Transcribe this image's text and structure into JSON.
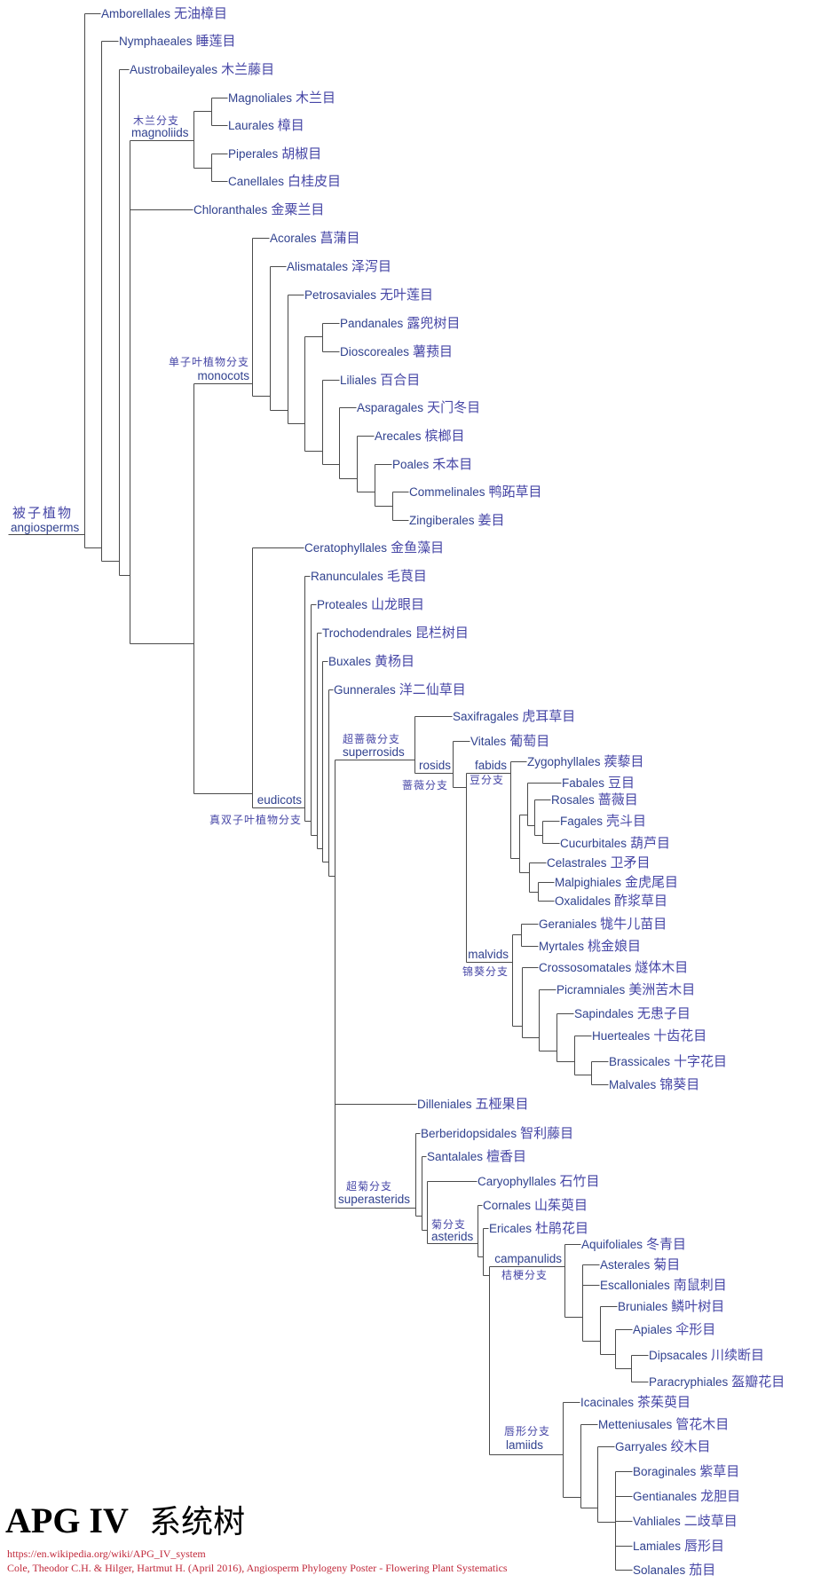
{
  "title": {
    "latin": "APG IV",
    "zh": "系统树"
  },
  "citations": [
    "https://en.wikipedia.org/wiki/APG_IV_system",
    "Cole, Theodor C.H. & Hilger, Hartmut H. (April 2016), Angiosperm Phylogeny Poster - Flowering Plant Systematics"
  ],
  "root": {
    "zh": "被子植物",
    "en": "angiosperms"
  },
  "clades": [
    {
      "id": "magnoliids",
      "zh": "木兰分支",
      "en": "magnoliids"
    },
    {
      "id": "monocots",
      "zh": "单子叶植物分支",
      "en": "monocots"
    },
    {
      "id": "eudicots",
      "zh": "真双子叶植物分支",
      "en": "eudicots"
    },
    {
      "id": "superrosids",
      "zh": "超蔷薇分支",
      "en": "superrosids"
    },
    {
      "id": "rosids",
      "zh": "蔷薇分支",
      "en": "rosids"
    },
    {
      "id": "fabids",
      "zh": "豆分支",
      "en": "fabids"
    },
    {
      "id": "malvids",
      "zh": "锦葵分支",
      "en": "malvids"
    },
    {
      "id": "superasterids",
      "zh": "超菊分支",
      "en": "superasterids"
    },
    {
      "id": "asterids",
      "zh": "菊分支",
      "en": "asterids"
    },
    {
      "id": "campanulids",
      "zh": "桔梗分支",
      "en": "campanulids"
    },
    {
      "id": "lamiids",
      "zh": "唇形分支",
      "en": "lamiids"
    }
  ],
  "orders": [
    {
      "latin": "Amborellales",
      "zh": "无油樟目"
    },
    {
      "latin": "Nymphaeales",
      "zh": "睡莲目"
    },
    {
      "latin": "Austrobaileyales",
      "zh": "木兰藤目"
    },
    {
      "latin": "Magnoliales",
      "zh": "木兰目"
    },
    {
      "latin": "Laurales",
      "zh": "樟目"
    },
    {
      "latin": "Piperales",
      "zh": "胡椒目"
    },
    {
      "latin": "Canellales",
      "zh": "白桂皮目"
    },
    {
      "latin": "Chloranthales",
      "zh": "金粟兰目"
    },
    {
      "latin": "Acorales",
      "zh": "菖蒲目"
    },
    {
      "latin": "Alismatales",
      "zh": "泽泻目"
    },
    {
      "latin": "Petrosaviales",
      "zh": "无叶莲目"
    },
    {
      "latin": "Pandanales",
      "zh": "露兜树目"
    },
    {
      "latin": "Dioscoreales",
      "zh": "薯蓣目"
    },
    {
      "latin": "Liliales",
      "zh": "百合目"
    },
    {
      "latin": "Asparagales",
      "zh": "天门冬目"
    },
    {
      "latin": "Arecales",
      "zh": "槟榔目"
    },
    {
      "latin": "Poales",
      "zh": "禾本目"
    },
    {
      "latin": "Commelinales",
      "zh": "鸭跖草目"
    },
    {
      "latin": "Zingiberales",
      "zh": "姜目"
    },
    {
      "latin": "Ceratophyllales",
      "zh": "金鱼藻目"
    },
    {
      "latin": "Ranunculales",
      "zh": "毛茛目"
    },
    {
      "latin": "Proteales",
      "zh": "山龙眼目"
    },
    {
      "latin": "Trochodendrales",
      "zh": "昆栏树目"
    },
    {
      "latin": "Buxales",
      "zh": "黄杨目"
    },
    {
      "latin": "Gunnerales",
      "zh": "洋二仙草目"
    },
    {
      "latin": "Saxifragales",
      "zh": "虎耳草目"
    },
    {
      "latin": "Vitales",
      "zh": "葡萄目"
    },
    {
      "latin": "Zygophyllales",
      "zh": "蒺藜目"
    },
    {
      "latin": "Fabales",
      "zh": "豆目"
    },
    {
      "latin": "Rosales",
      "zh": "蔷薇目"
    },
    {
      "latin": "Fagales",
      "zh": "壳斗目"
    },
    {
      "latin": "Cucurbitales",
      "zh": "葫芦目"
    },
    {
      "latin": "Celastrales",
      "zh": "卫矛目"
    },
    {
      "latin": "Malpighiales",
      "zh": "金虎尾目"
    },
    {
      "latin": "Oxalidales",
      "zh": "酢浆草目"
    },
    {
      "latin": "Geraniales",
      "zh": "牻牛儿苗目"
    },
    {
      "latin": "Myrtales",
      "zh": "桃金娘目"
    },
    {
      "latin": "Crossosomatales",
      "zh": "燧体木目"
    },
    {
      "latin": "Picramniales",
      "zh": "美洲苦木目"
    },
    {
      "latin": "Sapindales",
      "zh": "无患子目"
    },
    {
      "latin": "Huerteales",
      "zh": "十齿花目"
    },
    {
      "latin": "Brassicales",
      "zh": "十字花目"
    },
    {
      "latin": "Malvales",
      "zh": "锦葵目"
    },
    {
      "latin": "Dilleniales",
      "zh": "五桠果目"
    },
    {
      "latin": "Berberidopsidales",
      "zh": "智利藤目"
    },
    {
      "latin": "Santalales",
      "zh": "檀香目"
    },
    {
      "latin": "Caryophyllales",
      "zh": "石竹目"
    },
    {
      "latin": "Cornales",
      "zh": "山茱萸目"
    },
    {
      "latin": "Ericales",
      "zh": "杜鹃花目"
    },
    {
      "latin": "Aquifoliales",
      "zh": "冬青目"
    },
    {
      "latin": "Asterales",
      "zh": "菊目"
    },
    {
      "latin": "Escalloniales",
      "zh": "南鼠刺目"
    },
    {
      "latin": "Bruniales",
      "zh": "鳞叶树目"
    },
    {
      "latin": "Apiales",
      "zh": "伞形目"
    },
    {
      "latin": "Dipsacales",
      "zh": "川续断目"
    },
    {
      "latin": "Paracryphiales",
      "zh": "盔瓣花目"
    },
    {
      "latin": "Icacinales",
      "zh": "茶茱萸目"
    },
    {
      "latin": "Metteniusales",
      "zh": "管花木目"
    },
    {
      "latin": "Garryales",
      "zh": "绞木目"
    },
    {
      "latin": "Boraginales",
      "zh": "紫草目"
    },
    {
      "latin": "Gentianales",
      "zh": "龙胆目"
    },
    {
      "latin": "Vahliales",
      "zh": "二歧草目"
    },
    {
      "latin": "Lamiales",
      "zh": "唇形目"
    },
    {
      "latin": "Solanales",
      "zh": "茄目"
    }
  ]
}
